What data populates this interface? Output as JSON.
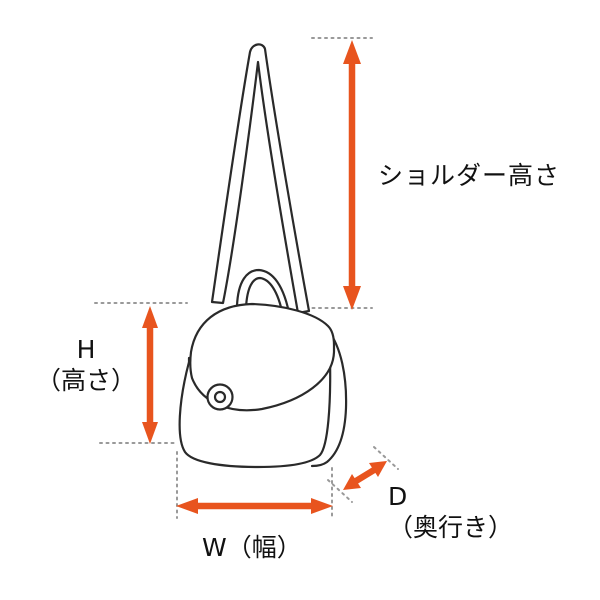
{
  "title": "bag-dimension-diagram",
  "colors": {
    "arrow": "#E8541E",
    "line_art": "#2a2a2a",
    "dotted_line": "#999999",
    "text": "#111111",
    "background": "#ffffff"
  },
  "labels": {
    "shoulder_height": "ショルダー高さ",
    "height_abbr": "H",
    "height_name": "（高さ）",
    "width": "W（幅）",
    "depth_abbr": "D",
    "depth_name": "（奥行き）"
  }
}
